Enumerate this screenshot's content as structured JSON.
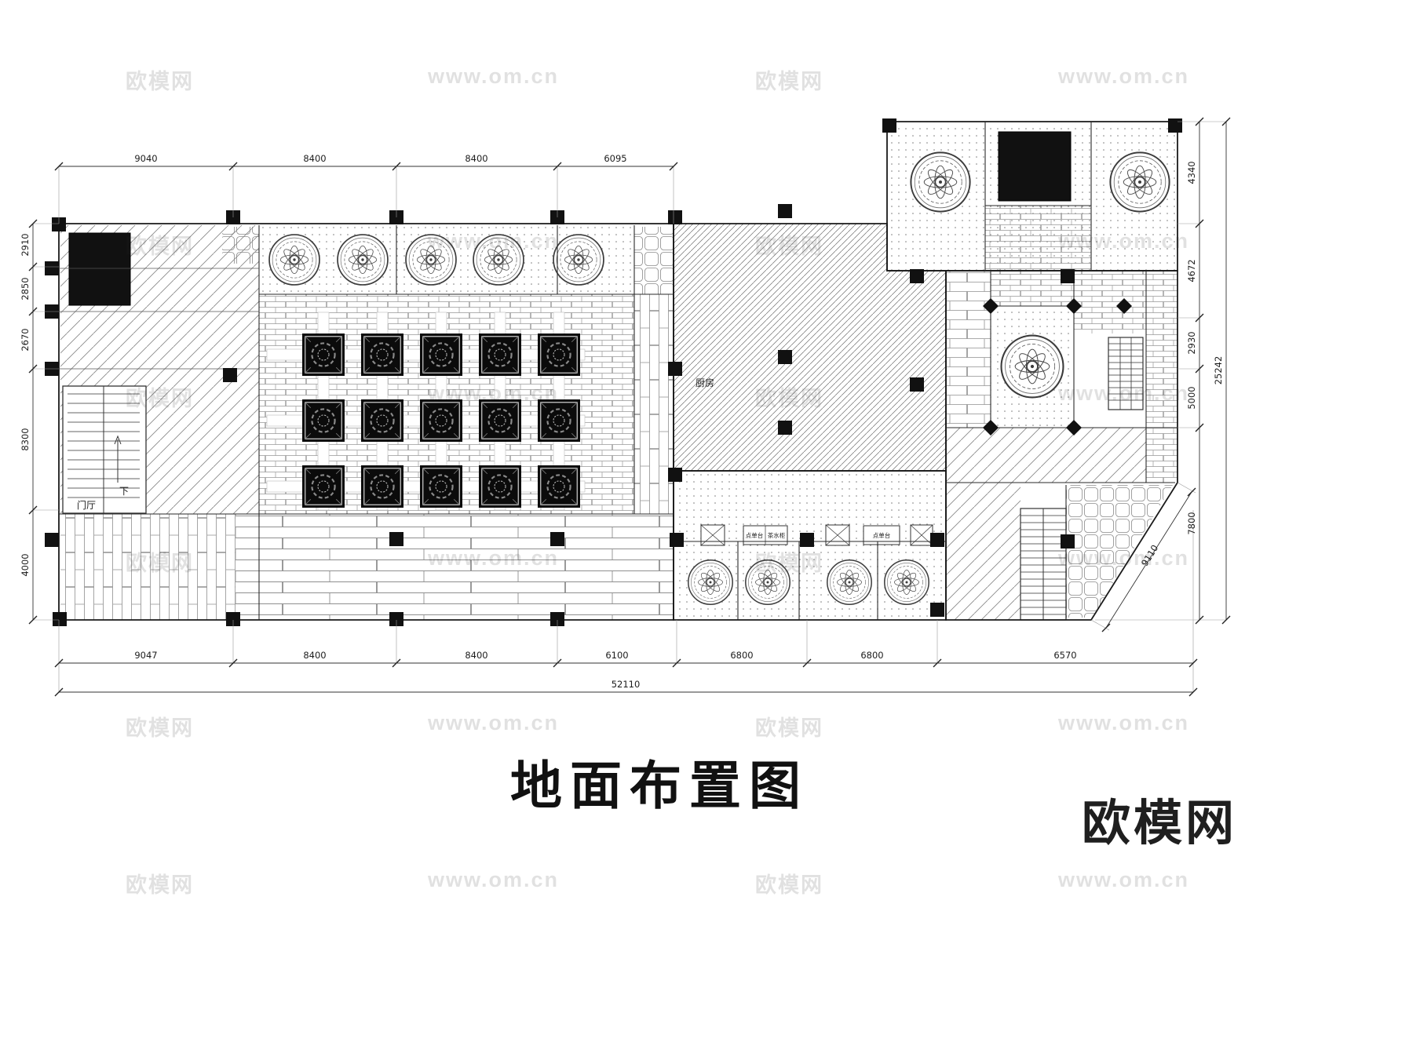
{
  "title": "地面布置图",
  "brand_logo": "欧模网",
  "watermark": {
    "brand": "欧模网",
    "url": "www.om.cn"
  },
  "labels": {
    "kitchen": "厨房",
    "foyer": "门厅",
    "down": "下",
    "counter_a": "点单台",
    "tea_cabinet": "茶水柜",
    "counter_b": "点单台"
  },
  "dimensions": {
    "top": [
      "9040",
      "8400",
      "8400",
      "6095"
    ],
    "left": [
      "2910",
      "2850",
      "2670",
      "8300",
      "4000"
    ],
    "right": [
      "4340",
      "4672",
      "2930",
      "5000",
      "7800"
    ],
    "right_total": "25242",
    "diagonal": "9110",
    "bottom": [
      "9047",
      "8400",
      "8400",
      "6100",
      "6800",
      "6800",
      "6570"
    ],
    "bottom_total": "52110"
  }
}
